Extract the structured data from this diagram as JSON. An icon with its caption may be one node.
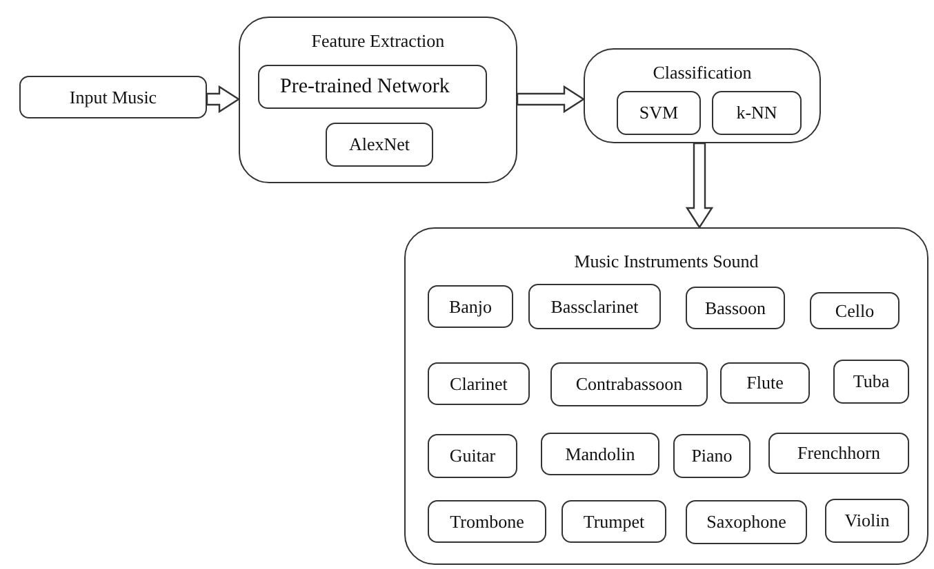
{
  "diagram": {
    "nodes": [
      {
        "text": [
          "Input Music"
        ]
      },
      {
        "text": [
          "Feature Extraction"
        ]
      },
      {
        "text": [
          "Pre-trained Network"
        ],
        "in": 1
      },
      {
        "text": [
          "AlexNet"
        ],
        "in": 1
      },
      {
        "text": [
          "Classification"
        ]
      },
      {
        "text": [
          "SVM"
        ],
        "in": 4
      },
      {
        "text": [
          "k-NN"
        ],
        "in": 4
      },
      {
        "text": [
          "Music Instruments Sound"
        ]
      },
      {
        "text": [
          "Banjo"
        ],
        "in": 7
      },
      {
        "text": [
          "Bassclarinet"
        ],
        "in": 7
      },
      {
        "text": [
          "Bassoon"
        ],
        "in": 7
      },
      {
        "text": [
          "Cello"
        ],
        "in": 7
      },
      {
        "text": [
          "Clarinet"
        ],
        "in": 7
      },
      {
        "text": [
          "Contrabassoon"
        ],
        "in": 7
      },
      {
        "text": [
          "Flute"
        ],
        "in": 7
      },
      {
        "text": [
          "Tuba"
        ],
        "in": 7
      },
      {
        "text": [
          "Guitar"
        ],
        "in": 7
      },
      {
        "text": [
          "Mandolin"
        ],
        "in": 7
      },
      {
        "text": [
          "Piano"
        ],
        "in": 7
      },
      {
        "text": [
          "Frenchhorn"
        ],
        "in": 7
      },
      {
        "text": [
          "Trombone"
        ],
        "in": 7
      },
      {
        "text": [
          "Trumpet"
        ],
        "in": 7
      },
      {
        "text": [
          "Saxophone"
        ],
        "in": 7
      },
      {
        "text": [
          "Violin"
        ],
        "in": 7
      }
    ],
    "edges": [
      {
        "from": 0,
        "to": 1,
        "arrow": "to"
      },
      {
        "from": 1,
        "to": 4,
        "arrow": "to"
      },
      {
        "from": 4,
        "to": 7,
        "arrow": "to"
      }
    ]
  }
}
